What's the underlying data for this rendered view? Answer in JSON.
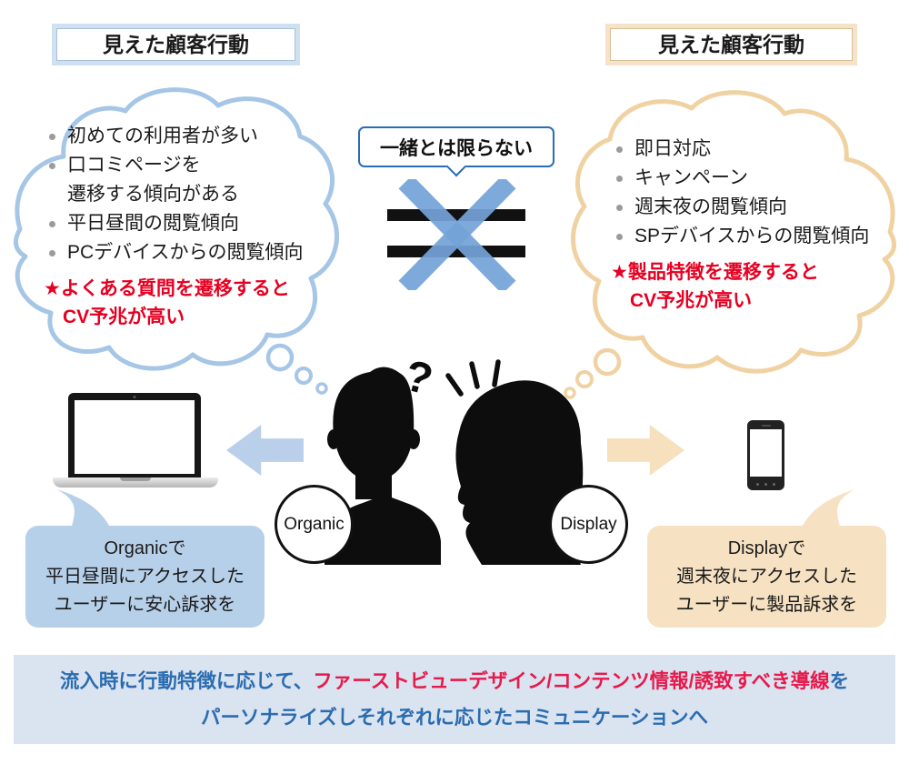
{
  "colors": {
    "blue_accent": "#2a6db5",
    "cloud_blue": "#a5c6e6",
    "cloud_tan": "#f0d2a2",
    "frame_blue": "#cfe0f2",
    "frame_tan": "#f4e3c8",
    "fill_blue": "#b7d0e9",
    "fill_tan": "#f6e2c2",
    "arrow_blue": "#bad0ea",
    "arrow_tan": "#f6e0be",
    "x_blue": "#74a3d8",
    "note_red": "#e60021",
    "banner_bg": "#dae3f0",
    "banner_blue": "#2b6cb0",
    "banner_red": "#e8194b"
  },
  "headers": {
    "left": "見えた顧客行動",
    "right": "見えた顧客行動"
  },
  "center": {
    "label": "一緒とは限らない",
    "question_mark": "?"
  },
  "left_thought": {
    "items": [
      "初めての利用者が多い",
      "口コミページを\n遷移する傾向がある",
      "平日昼間の閲覧傾向",
      "PCデバイスからの閲覧傾向"
    ],
    "note_line1": "★よくある質問を遷移すると",
    "note_line2": "CV予兆が高い"
  },
  "right_thought": {
    "items": [
      "即日対応",
      "キャンペーン",
      "週末夜の閲覧傾向",
      "SPデバイスからの閲覧傾向"
    ],
    "note_line1": "★製品特徴を遷移すると",
    "note_line2": "CV予兆が高い"
  },
  "personas": {
    "left_label": "Organic",
    "right_label": "Display"
  },
  "left_callout": {
    "line1": "Organicで",
    "line2": "平日昼間にアクセスした",
    "line3": "ユーザーに安心訴求を"
  },
  "right_callout": {
    "line1": "Displayで",
    "line2": "週末夜にアクセスした",
    "line3": "ユーザーに製品訴求を"
  },
  "banner": {
    "line1_blue": "流入時に行動特徴に応じて、",
    "line1_red": "ファーストビューデザイン/コンテンツ情報/誘致すべき導線",
    "line1_blue_end": "を",
    "line2": "パーソナライズしそれぞれに応じたコミュニケーションへ"
  }
}
